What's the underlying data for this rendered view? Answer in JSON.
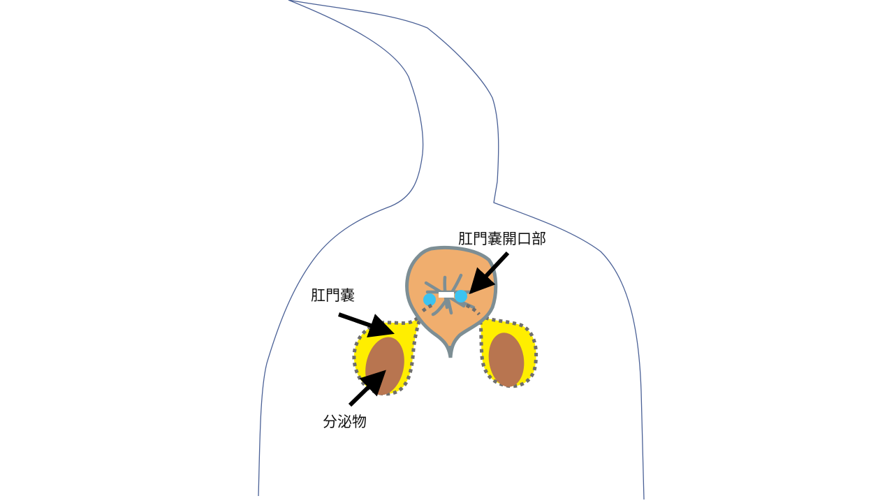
{
  "diagram": {
    "subject": "dog rear view with anal sacs",
    "labels": {
      "anal_sac_opening": "肛門嚢開口部",
      "anal_sac": "肛門嚢",
      "secretion": "分泌物"
    },
    "colors": {
      "body_outline": "#4a6096",
      "anus_fill": "#f0ae6e",
      "anus_outline": "#7d8e94",
      "sac_fill": "#ffee00",
      "sac_dots": "#6e6e6e",
      "secretion_fill": "#b87550",
      "opening_dots": "#3cc3f0",
      "arrow": "#000000",
      "background": "#ffffff"
    }
  }
}
